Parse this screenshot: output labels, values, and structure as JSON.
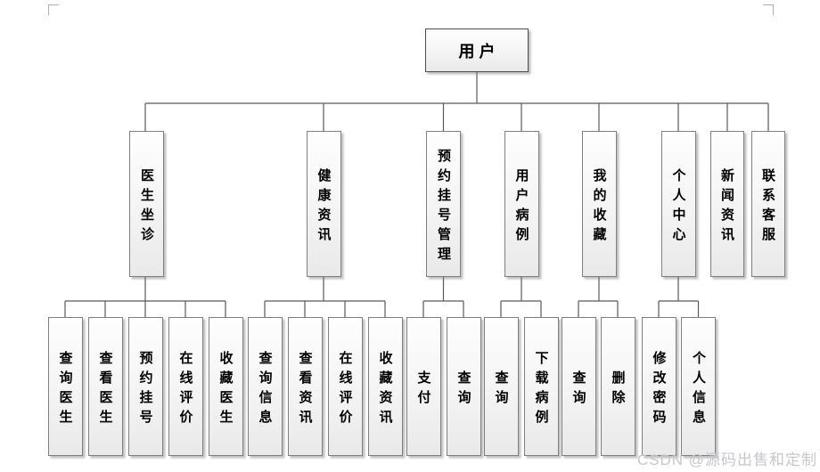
{
  "diagram": {
    "root": {
      "label": "用户"
    },
    "branches": [
      {
        "label": "医生坐诊",
        "children": [
          "查询医生",
          "查看医生",
          "预约挂号",
          "在线评价",
          "收藏医生"
        ]
      },
      {
        "label": "健康资讯",
        "children": [
          "查询信息",
          "查看资讯",
          "在线评价",
          "收藏资讯"
        ]
      },
      {
        "label": "预约挂号管理",
        "children": [
          "支付",
          "查询"
        ]
      },
      {
        "label": "用户病例",
        "children": [
          "查询",
          "下载病例"
        ]
      },
      {
        "label": "我的收藏",
        "children": [
          "查询",
          "删除"
        ]
      },
      {
        "label": "个人中心",
        "children": [
          "修改密码",
          "个人信息"
        ]
      },
      {
        "label": "新闻资讯",
        "children": []
      },
      {
        "label": "联系客服",
        "children": []
      }
    ]
  },
  "watermark": {
    "text": "CSDN @源码出售和定制"
  },
  "colors": {
    "node_border": "#7f7f7f",
    "root_border": "#4d4d4d",
    "connector": "#595959",
    "node_fill_top": "#fefefe",
    "node_fill_bottom": "#e9e9e9",
    "watermark_color": "#c6c6d0"
  }
}
